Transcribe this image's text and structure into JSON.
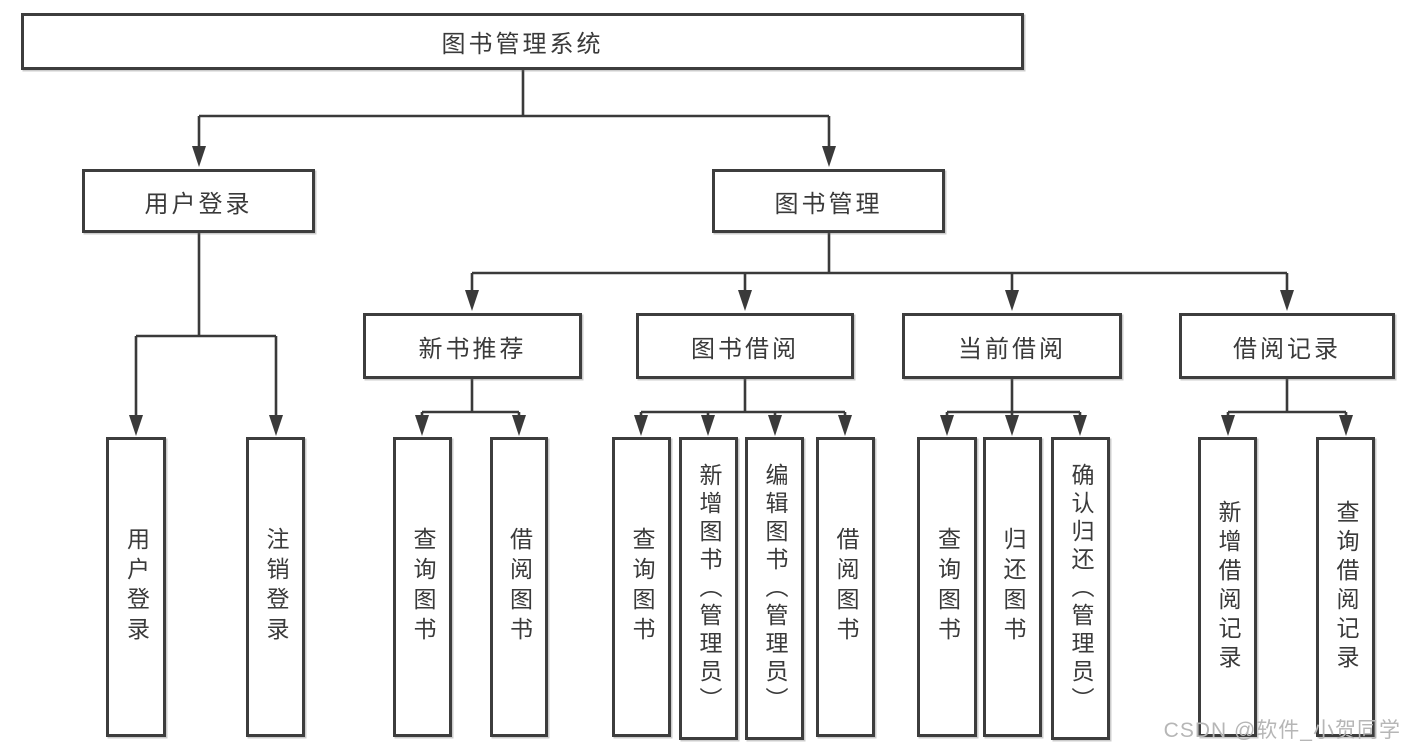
{
  "nodes": {
    "root": "图书管理系统",
    "user_login": "用户登录",
    "book_management": "图书管理",
    "new_book_recommend": "新书推荐",
    "book_borrow": "图书借阅",
    "current_borrow": "当前借阅",
    "borrow_record": "借阅记录",
    "leaf_user_login": "用户登录",
    "leaf_logout_login": "注销登录",
    "leaf_query_books_1": "查询图书",
    "leaf_borrow_books_1": "借阅图书",
    "leaf_query_books_2": "查询图书",
    "leaf_add_books_admin": "新增图书（管理员）",
    "leaf_edit_books_admin": "编辑图书（管理员）",
    "leaf_borrow_books_2": "借阅图书",
    "leaf_query_books_3": "查询图书",
    "leaf_return_books": "归还图书",
    "leaf_confirm_return_admin": "确认归还（管理员）",
    "leaf_add_borrow_record": "新增借阅记录",
    "leaf_query_borrow_record": "查询借阅记录"
  },
  "hierarchy": {
    "图书管理系统": {
      "用户登录": [
        "用户登录",
        "注销登录"
      ],
      "图书管理": {
        "新书推荐": [
          "查询图书",
          "借阅图书"
        ],
        "图书借阅": [
          "查询图书",
          "新增图书（管理员）",
          "编辑图书（管理员）",
          "借阅图书"
        ],
        "当前借阅": [
          "查询图书",
          "归还图书",
          "确认归还（管理员）"
        ],
        "借阅记录": [
          "新增借阅记录",
          "查询借阅记录"
        ]
      }
    }
  },
  "colors": {
    "line": "#3a3a3a",
    "box_border": "#3d3d3d",
    "text": "#3a3a3a",
    "watermark": "#b6b6b6",
    "background": "#ffffff"
  },
  "watermark": "CSDN @软件_小贺同学"
}
